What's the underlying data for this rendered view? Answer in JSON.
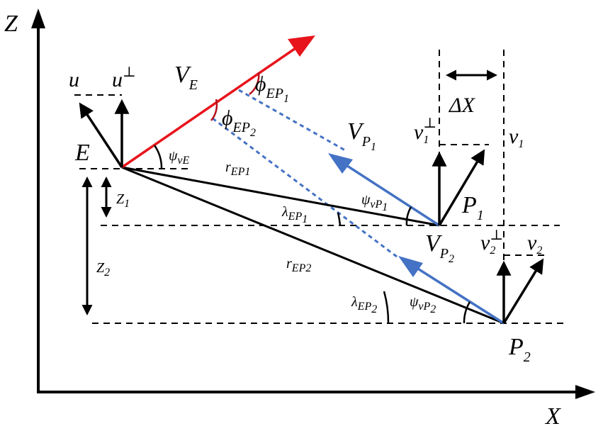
{
  "colors": {
    "black": "#000000",
    "red": "#e8141c",
    "dark_red": "#b5121b",
    "blue": "#4472c4"
  },
  "labels": {
    "z_axis": "Z",
    "x_axis": "X",
    "E": "E",
    "u": "u",
    "u_perp": "u",
    "perp": "⊥",
    "V_E": "V",
    "V_E_sub": "E",
    "phi": "ϕ",
    "EP": "EP",
    "sub1": "1",
    "sub2": "2",
    "psi": "ψ",
    "psi_vE_sub": "vE",
    "psi_vP_sub": "vP",
    "r": "r",
    "r_EP1_sub": "EP1",
    "r_EP2_sub": "EP2",
    "lambda": "λ",
    "lambda_sub": "EP",
    "Z1": "Z",
    "Z2": "Z",
    "V_P": "V",
    "P_sub": "P",
    "P1": "P",
    "P2": "P",
    "v": "v",
    "delta_x": "ΔX"
  }
}
